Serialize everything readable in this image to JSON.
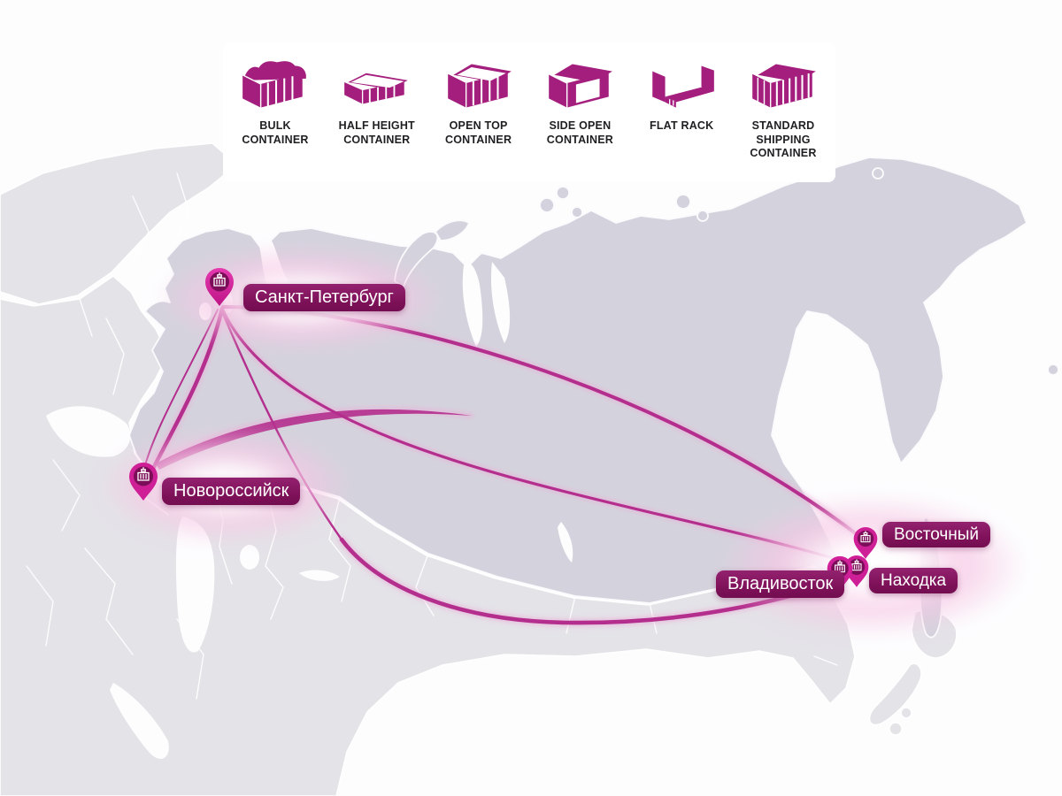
{
  "legend": {
    "items": [
      {
        "label": "BULK CONTAINER",
        "icon": "bulk-container-icon"
      },
      {
        "label": "HALF HEIGHT CONTAINER",
        "icon": "half-height-container-icon"
      },
      {
        "label": "OPEN TOP CONTAINER",
        "icon": "open-top-container-icon"
      },
      {
        "label": "SIDE OPEN CONTAINER",
        "icon": "side-open-container-icon"
      },
      {
        "label": "FLAT RACK",
        "icon": "flat-rack-icon"
      },
      {
        "label": "STANDARD SHIPPING CONTAINER",
        "icon": "standard-shipping-container-icon"
      }
    ]
  },
  "map": {
    "cities": [
      {
        "name": "Санкт-Петербург"
      },
      {
        "name": "Новороссийск"
      },
      {
        "name": "Восточный"
      },
      {
        "name": "Находка"
      },
      {
        "name": "Владивосток"
      }
    ],
    "routes": [
      {
        "from": "Санкт-Петербург",
        "to": "Новороссийск"
      },
      {
        "from": "Санкт-Петербург",
        "to": "Восточный"
      },
      {
        "from": "Санкт-Петербург",
        "to": "Владивосток"
      },
      {
        "from": "Новороссийск",
        "to": "Находка"
      }
    ]
  },
  "colors": {
    "route": "#b42e8d",
    "route_glow": "#eaaed8",
    "label_bg": "#7c1057",
    "pin_outer": "#d1219a",
    "pin_inner": "#7c0d58",
    "icon_magenta": "#a41e7d",
    "russia_fill": "#d4d3dd",
    "land_fill": "#e4e3e8",
    "sea_fill": "#fdfdfe"
  }
}
